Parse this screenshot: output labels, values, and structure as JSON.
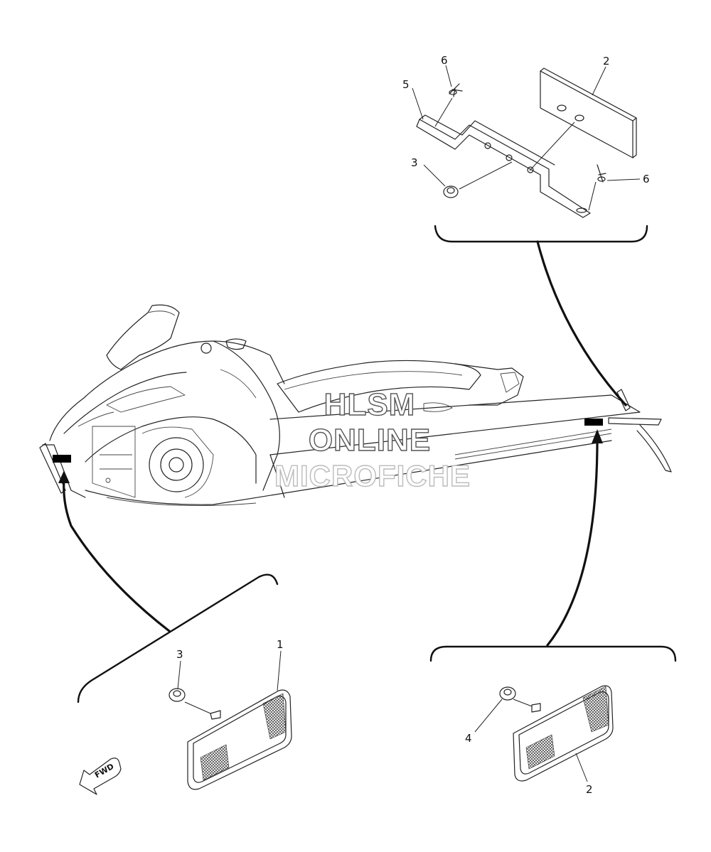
{
  "watermark": {
    "line1": "HLSM",
    "line2": "ONLINE",
    "line3": "MICROFICHE"
  },
  "fwd_label": "FWD",
  "callouts": {
    "top_bracket_2": "2",
    "top_rivet_6a": "6",
    "top_bracket_5": "5",
    "top_nut_3": "3",
    "top_rivet_6b": "6",
    "front_nut_3": "3",
    "front_reflector_1": "1",
    "rear_nut_4": "4",
    "rear_reflector_2": "2"
  },
  "colors": {
    "line": "#222222",
    "reflector_marker": "#000000",
    "watermark_outline": "#555555"
  }
}
